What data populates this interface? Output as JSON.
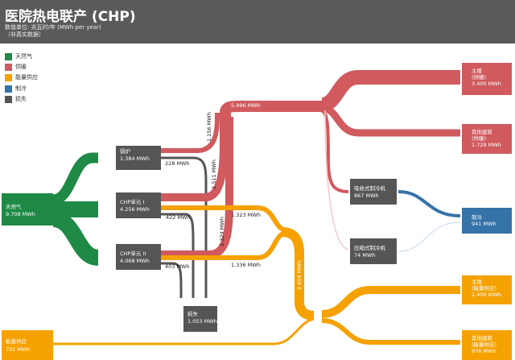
{
  "header": {
    "title": "医院热电联产 (CHP)",
    "unit_line": "数值单位:  兆瓦时/年 (MWh per year)",
    "note_line": "（非真实数据）"
  },
  "legend": [
    {
      "label": "天然气",
      "color": "#1e8a46"
    },
    {
      "label": "供暖",
      "color": "#d05a5e"
    },
    {
      "label": "能量供应",
      "color": "#f5a100"
    },
    {
      "label": "制冷",
      "color": "#3572a8"
    },
    {
      "label": "损失",
      "color": "#555555"
    }
  ],
  "colors": {
    "gas": "#1e8a46",
    "heat": "#d05a5e",
    "power": "#f5a100",
    "cool": "#3572a8",
    "loss": "#555555",
    "header": "#5a5a5a"
  },
  "nodes": {
    "gas": {
      "name": "天然气",
      "value": "9.708 MWh"
    },
    "boiler": {
      "name": "锅炉",
      "value": "1.384 MWh"
    },
    "chp1": {
      "name": "CHP单元 I",
      "value": "4.256 MWh"
    },
    "chp2": {
      "name": "CHP单元 II",
      "value": "4.068 MWh"
    },
    "loss": {
      "name": "损失",
      "value": "1.053 MWh"
    },
    "absorb": {
      "name": "吸收式制冷机",
      "value": "867 MWh"
    },
    "compress": {
      "name": "压缩式制冷机",
      "value": "74 MWh"
    },
    "main_heat": {
      "name": "主楼",
      "sub": "(供暖)",
      "value": "3.400 MWh"
    },
    "other_heat": {
      "name": "其他建筑",
      "sub": "(供暖)",
      "value": "1.729 MWh"
    },
    "cooling": {
      "name": "制冷",
      "value": "941 MWh"
    },
    "main_power": {
      "name": "主楼",
      "sub": "(能量供应)",
      "value": "2.400 MWh"
    },
    "other_power": {
      "name": "其他建筑",
      "sub": "(能量供应)",
      "value": "976 MWh"
    },
    "grid": {
      "name": "能量供应",
      "value": "791 MWh"
    }
  },
  "flows": {
    "heat_total": "5.996 MWh",
    "boiler_loss": "228 MWh",
    "chp1_loss": "422 MWh",
    "chp2_loss": "403 MWh",
    "boiler_heat": "1.156 MWh",
    "chp1_heat": "2.511 MWh",
    "chp2_heat": "2.329 MWh",
    "chp1_power": "1.323 MWh",
    "chp2_power": "1.336 MWh",
    "power_total": "2.659 MWh"
  }
}
